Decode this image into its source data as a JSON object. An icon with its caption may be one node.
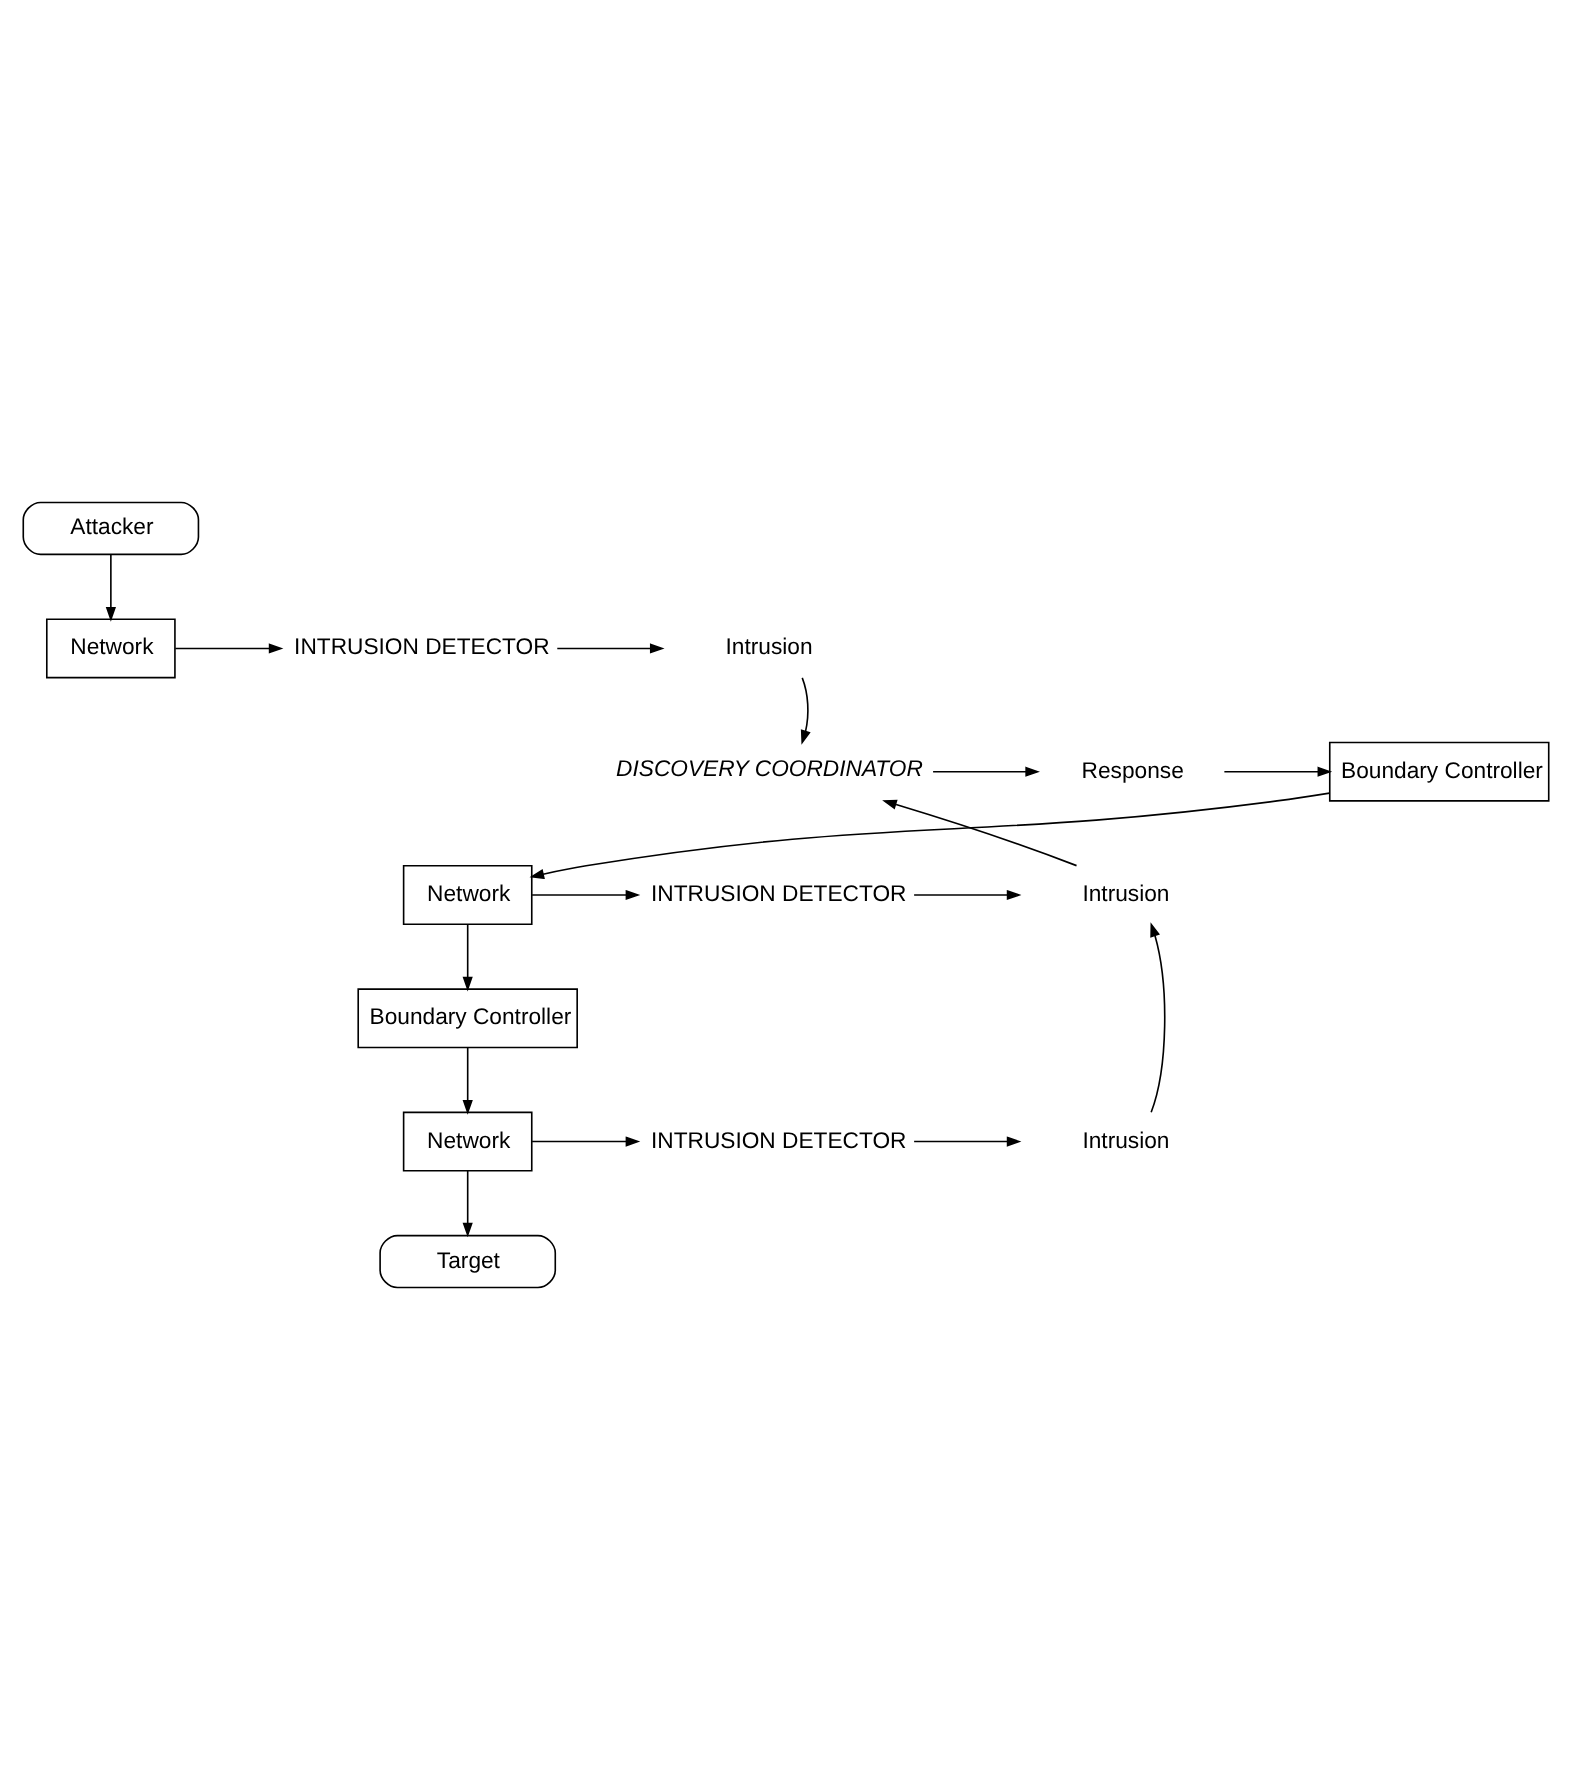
{
  "diagram": {
    "nodes": [
      {
        "text": [
          "Attacker"
        ]
      },
      {
        "text": [
          "Network"
        ]
      },
      {
        "text": [
          "INTRUSION DETECTOR"
        ]
      },
      {
        "text": [
          "Intrusion"
        ]
      },
      {
        "text": [
          "Boundary Controller"
        ]
      },
      {
        "text": [
          "Response"
        ]
      },
      {
        "text": [
          "DISCOVERY COORDINATOR"
        ]
      },
      {
        "text": [
          "Network"
        ]
      },
      {
        "text": [
          "INTRUSION DETECTOR"
        ]
      },
      {
        "text": [
          "Intrusion"
        ]
      },
      {
        "text": [
          "Boundary Controller"
        ]
      },
      {
        "text": [
          "Network"
        ]
      },
      {
        "text": [
          "INTRUSION DETECTOR"
        ]
      },
      {
        "text": [
          "Intrusion"
        ]
      },
      {
        "text": [
          "Target"
        ]
      }
    ],
    "edges": [
      {
        "from": 0,
        "to": 1,
        "arrow": "to"
      },
      {
        "from": 1,
        "to": 2,
        "arrow": "to"
      },
      {
        "from": 2,
        "to": 3,
        "arrow": "to"
      },
      {
        "from": 3,
        "to": 6,
        "arrow": "to"
      },
      {
        "from": 6,
        "to": 5,
        "arrow": "to"
      },
      {
        "from": 5,
        "to": 4,
        "arrow": "to"
      },
      {
        "from": 4,
        "to": 7,
        "arrow": "to"
      },
      {
        "from": 9,
        "to": 6,
        "arrow": "to"
      },
      {
        "from": 7,
        "to": 8,
        "arrow": "to"
      },
      {
        "from": 8,
        "to": 9,
        "arrow": "to"
      },
      {
        "from": 7,
        "to": 10,
        "arrow": "to"
      },
      {
        "from": 13,
        "to": 9,
        "arrow": "to"
      },
      {
        "from": 10,
        "to": 11,
        "arrow": "to"
      },
      {
        "from": 11,
        "to": 12,
        "arrow": "to"
      },
      {
        "from": 12,
        "to": 13,
        "arrow": "to"
      },
      {
        "from": 11,
        "to": 14,
        "arrow": "to"
      }
    ]
  }
}
